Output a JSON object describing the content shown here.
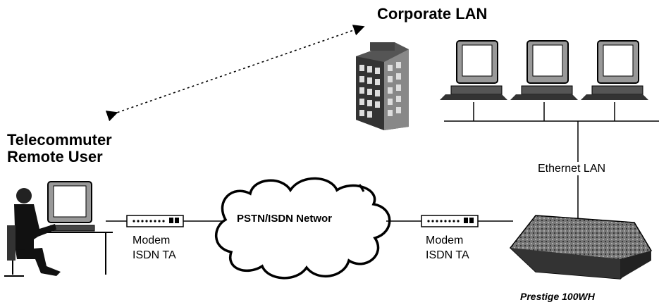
{
  "title": "Corporate LAN",
  "remote_user": {
    "line1": "Telecommuter",
    "line2": "Remote User"
  },
  "left_device": {
    "line1": "Modem",
    "line2": "ISDN TA"
  },
  "right_device": {
    "line1": "Modem",
    "line2": "ISDN TA"
  },
  "cloud_label": "PSTN/ISDN Networ",
  "ethernet_label": "Ethernet LAN",
  "router_label": "Prestige 100WH"
}
